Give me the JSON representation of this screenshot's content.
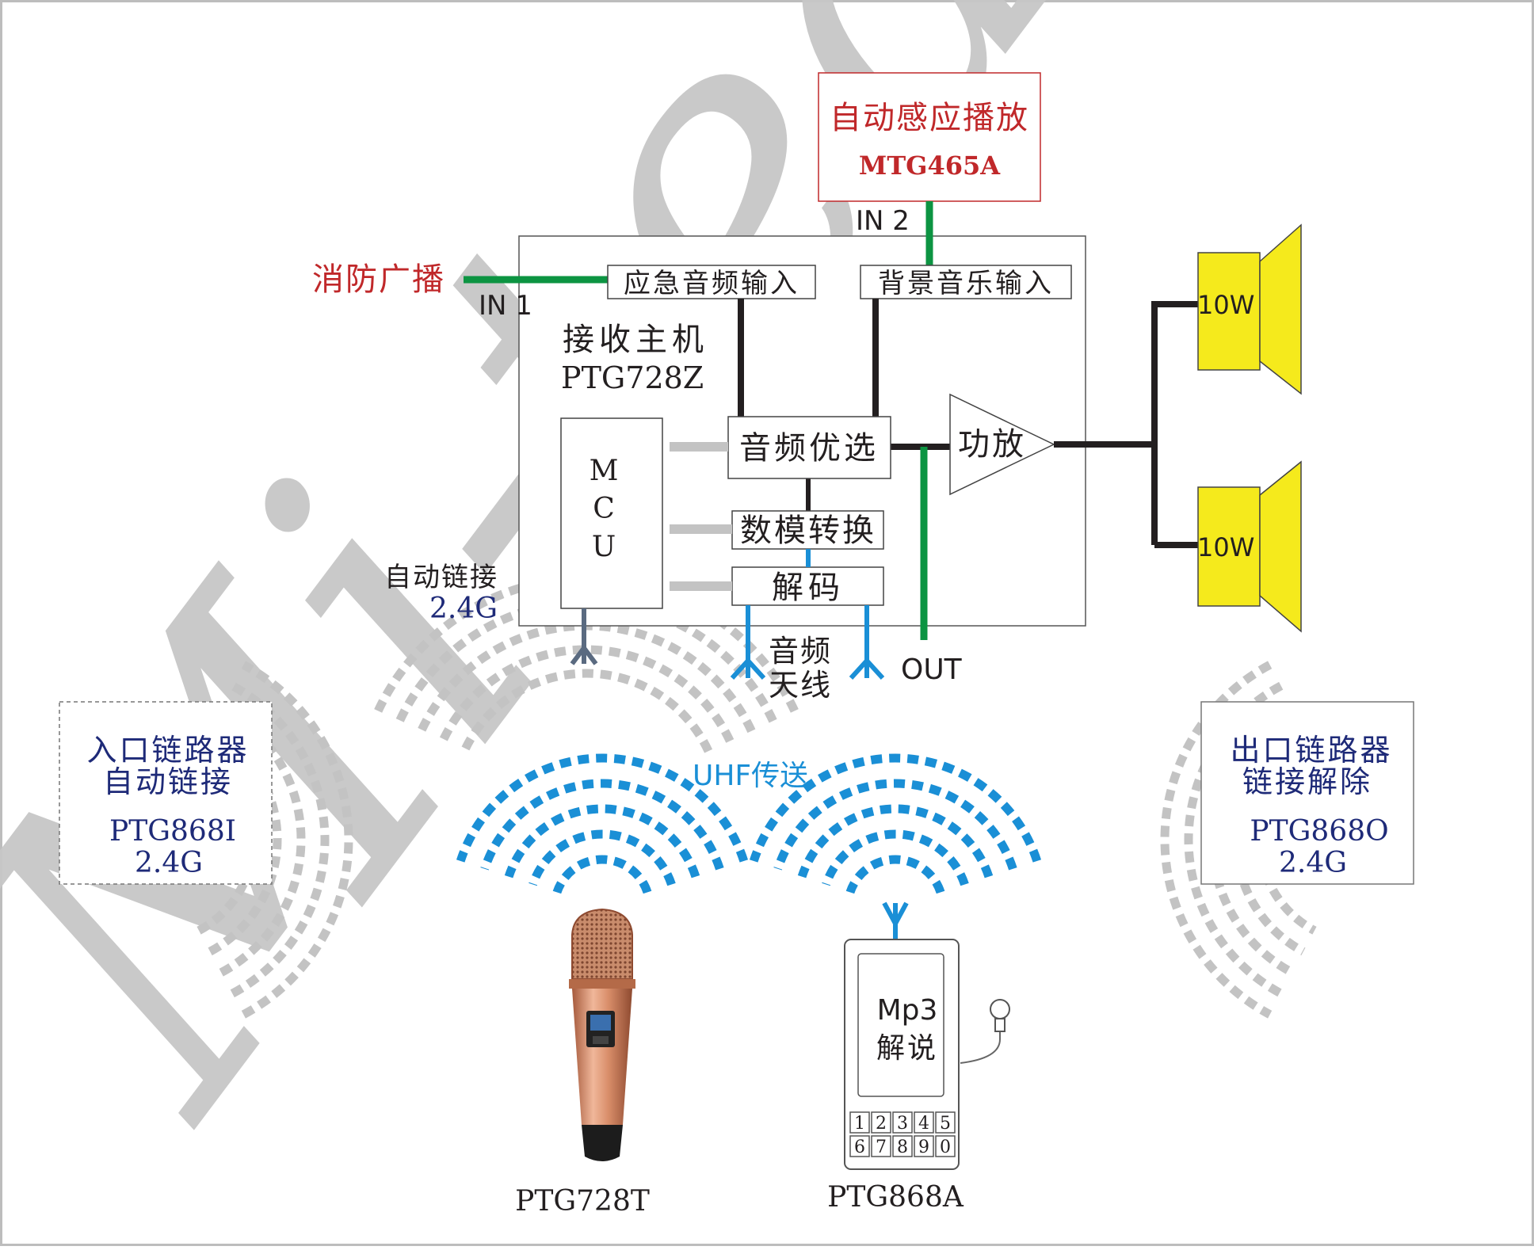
{
  "colors": {
    "red": "#c0282a",
    "navy": "#1e2a78",
    "green": "#0c9442",
    "blue": "#1a8fd6",
    "black": "#231f20",
    "gray": "#c3c3c3",
    "yellow": "#f5ea1c",
    "slate": "#5a6a80"
  },
  "watermark": {
    "text": "Mi-team"
  },
  "sensor": {
    "title": "自动感应播放",
    "model": "MTG465A"
  },
  "inputs": {
    "in1": "IN 1",
    "in2": "IN 2",
    "fire": "消防广播"
  },
  "host": {
    "title": "接收主机",
    "model": "PTG728Z"
  },
  "blocks": {
    "emergency": "应急音频输入",
    "bgm": "背景音乐输入",
    "priority": "音频优选",
    "dac": "数模转换",
    "decode": "解码",
    "amp": "功放",
    "mcu": [
      "M",
      "C",
      "U"
    ]
  },
  "speakers": [
    {
      "label": "10W"
    },
    {
      "label": "10W"
    }
  ],
  "labels": {
    "autolink": "自动链接",
    "band_host": "2.4G",
    "antenna": [
      "音频",
      "天线"
    ],
    "out": "OUT",
    "uhf": "UHF传送"
  },
  "entry": {
    "lines": [
      "入口链路器",
      "自动链接"
    ],
    "model": "PTG868I",
    "band": "2.4G"
  },
  "exit": {
    "lines": [
      "出口链路器",
      "链接解除"
    ],
    "model": "PTG868O",
    "band": "2.4G"
  },
  "mic": {
    "label": "PTG728T"
  },
  "player": {
    "screen": [
      "Mp3",
      "解说"
    ],
    "keys_row1": [
      "1",
      "2",
      "3",
      "4",
      "5"
    ],
    "keys_row2": [
      "6",
      "7",
      "8",
      "9",
      "0"
    ],
    "label": "PTG868A"
  }
}
